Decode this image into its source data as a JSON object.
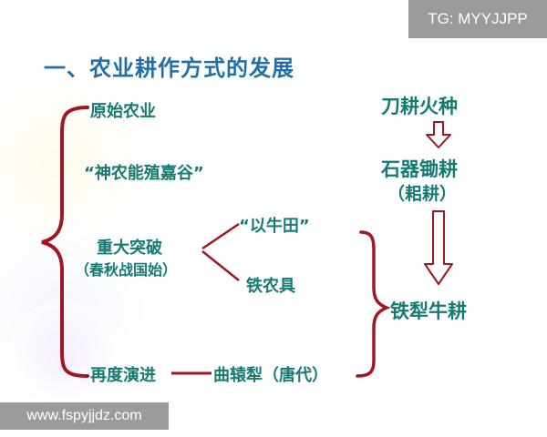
{
  "watermarks": {
    "top": "TG: MYYJJPP",
    "bottom": "www.fspyjjdz.com"
  },
  "title": "一、农业耕作方式的发展",
  "left": {
    "stage1": "原始农业",
    "stage2": "“神农能殖嘉谷”",
    "stage3": "重大突破",
    "stage3_period": "（春秋战国始）",
    "branch1": "“以牛田”",
    "branch2": "铁农具",
    "stage4": "再度演进",
    "stage4_item": "曲辕犁（唐代）"
  },
  "right": {
    "step1": "刀耕火种",
    "step2": "石器锄耕",
    "step2_alt": "（耜耕）",
    "step3": "铁犁牛耕"
  },
  "colors": {
    "title": "#1f6fa8",
    "text": "#157a72",
    "brace": "#a01622"
  }
}
